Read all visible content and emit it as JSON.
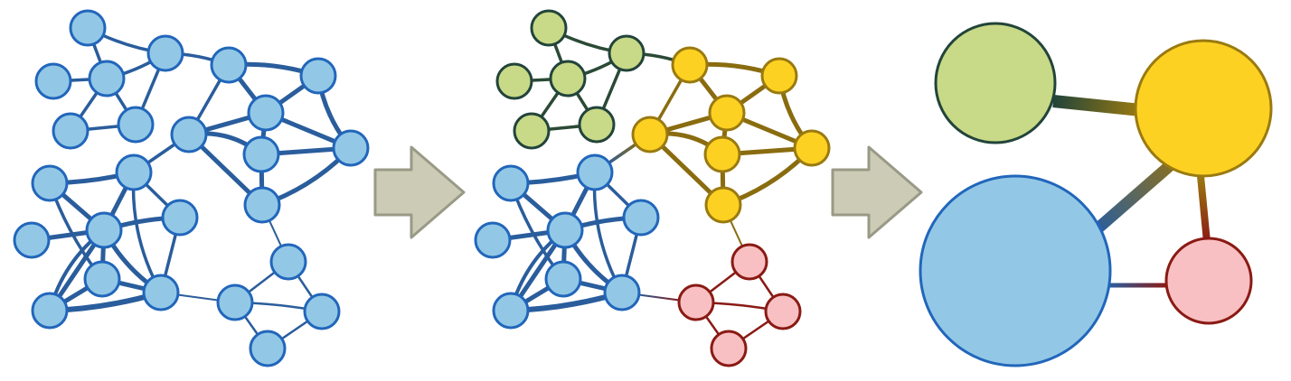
{
  "figure": {
    "panels": [
      {
        "id": "original-graph",
        "clusters": [
          "blue"
        ]
      },
      {
        "id": "clustered-graph",
        "clusters": [
          "green",
          "yellow",
          "blue",
          "red"
        ]
      },
      {
        "id": "aggregated-graph",
        "clusters": [
          "green",
          "yellow",
          "blue",
          "red"
        ]
      }
    ],
    "arrows": [
      {
        "from": "original-graph",
        "to": "clustered-graph",
        "icon": "right-arrow-icon"
      },
      {
        "from": "clustered-graph",
        "to": "aggregated-graph",
        "icon": "right-arrow-icon"
      }
    ]
  },
  "colors": {
    "blue": {
      "fill": "#92c8e6",
      "stroke": "#2266bb",
      "edge": "#2a5d9c"
    },
    "green": {
      "fill": "#c8d987",
      "stroke": "#22443a",
      "edge": "#2b4a36"
    },
    "yellow": {
      "fill": "#fdd122",
      "stroke": "#9a7a10",
      "edge": "#8a6c10"
    },
    "red": {
      "fill": "#f8c0c2",
      "stroke": "#8a1a14",
      "edge": "#8a1a14"
    },
    "arrow": {
      "fill": "#cccbb6",
      "stroke": "#999a86"
    },
    "background": "#ffffff"
  }
}
